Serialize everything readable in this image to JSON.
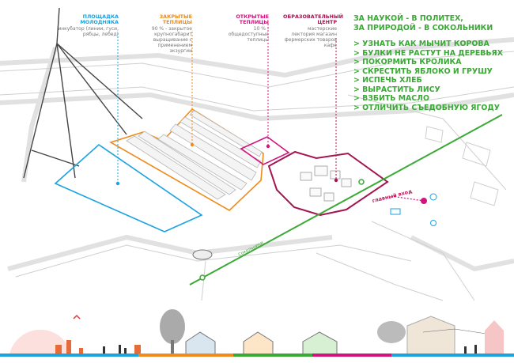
{
  "labels": {
    "youngling": {
      "title": "ПЛОЩАДКА МОЛОДНЯКА",
      "desc": "инкубатор (линии, гуси, рябцы, лебед)",
      "color": "#1ba3e0"
    },
    "closed": {
      "title": "ЗАКРЫТЫЕ ТЕПЛИЦЫ",
      "desc": "90 % - закрытое крупногабарит выращивание с применением экзургии",
      "color": "#f08a1c"
    },
    "open": {
      "title": "ОТКРЫТЫЕ ТЕПЛИЦЫ",
      "desc": "10 % - общедоступные теплицы",
      "color": "#d4127f"
    },
    "edu": {
      "title": "ОБРАЗОВАТЕЛЬНЫЙ ЦЕНТР",
      "desc": "мастерские лектория магазин фермерских товаров кафе",
      "color": "#a41450"
    }
  },
  "slogan": {
    "line1": "ЗА НАУКОЙ - В ПОЛИТЕХ,",
    "line2": "ЗА ПРИРОДОЙ - В СОКОЛЬНИКИ",
    "items": [
      "> УЗНАТЬ КАК МЫЧИТ КОРОВА",
      "> БУЛКИ НЕ РАСТУТ НА ДЕРЕВЬЯХ",
      "> ПОКОРМИТЬ КРОЛИКА",
      "> СКРЕСТИТЬ ЯБЛОКО И ГРУШУ",
      "> ИСПЕЧЬ ХЛЕБ",
      "> ВЫРАСТИТЬ ЛИСУ",
      "> ВЗБИТЬ МАСЛО",
      "> ОТЛИЧИТЬ СЪЕДОБНУЮ ЯГОДУ"
    ],
    "color": "#3aa935"
  },
  "map": {
    "entrance": "главный вход",
    "route": "Сокольники"
  },
  "colors": {
    "green": "#3aa935",
    "blue": "#1ba3e0",
    "orange": "#f08a1c",
    "magenta": "#d4127f",
    "crimson": "#a41450"
  }
}
